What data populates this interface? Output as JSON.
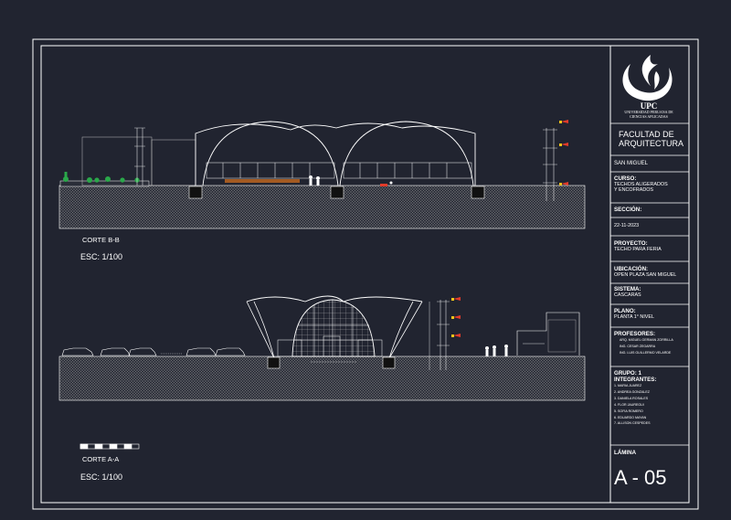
{
  "drawing": {
    "section_bb": {
      "title": "CORTE B-B",
      "scale": "ESC: 1/100"
    },
    "section_aa": {
      "title": "CORTE A-A",
      "scale": "ESC: 1/100"
    }
  },
  "title_block": {
    "logo": {
      "acronym": "UPC",
      "name_line1": "UNIVERSIDAD PERUANA DE",
      "name_line2": "CIENCIAS APLICADAS"
    },
    "faculty_line1": "FACULTAD DE",
    "faculty_line2": "ARQUITECTURA",
    "campus": "SAN MIGUEL",
    "course_label": "CURSO:",
    "course_line1": "TECHOS ALIGERADOS",
    "course_line2": "Y ENCOFRADOS",
    "section_label": "SECCIÓN:",
    "date": "22-11-2023",
    "project_label": "PROYECTO:",
    "project": "TECHO PARA FERIA",
    "location_label": "UBICACIÓN:",
    "location": "OPEN PLAZA SAN MIGUEL",
    "system_label": "SISTEMA:",
    "system": "CASCARAS",
    "plan_label": "PLANO:",
    "plan": "PLANTA 1° NIVEL",
    "professors_label": "PROFESORES:",
    "professors": [
      "ARQ. MIGUEL GERMAN ZORRILLA",
      "ING. CESAR ZEGARRA",
      "ING. LUIS GUILLERMO VELARDE"
    ],
    "group_label": "GRUPO: 1",
    "members_label": "INTEGRANTES:",
    "members": [
      "1. MARIA JUAREZ",
      "2. ANDREA GONZALEZ",
      "3. DANIELA ROSALES",
      "4. FLOR JAUREGUI",
      "5. SOFIA ROMERO",
      "6. EDUARDO MAYAN",
      "7. ALLISON CESPEDES"
    ],
    "sheet_label": "LÁMINA",
    "sheet_number": "A - 05"
  },
  "colors": {
    "background": "#212430",
    "lines": "#ffffff",
    "hatch": "#9a9a9a",
    "accent_red": "#e23b2a",
    "accent_yellow": "#f0c419",
    "plants": "#2aa84a",
    "wood": "#a35a22"
  }
}
